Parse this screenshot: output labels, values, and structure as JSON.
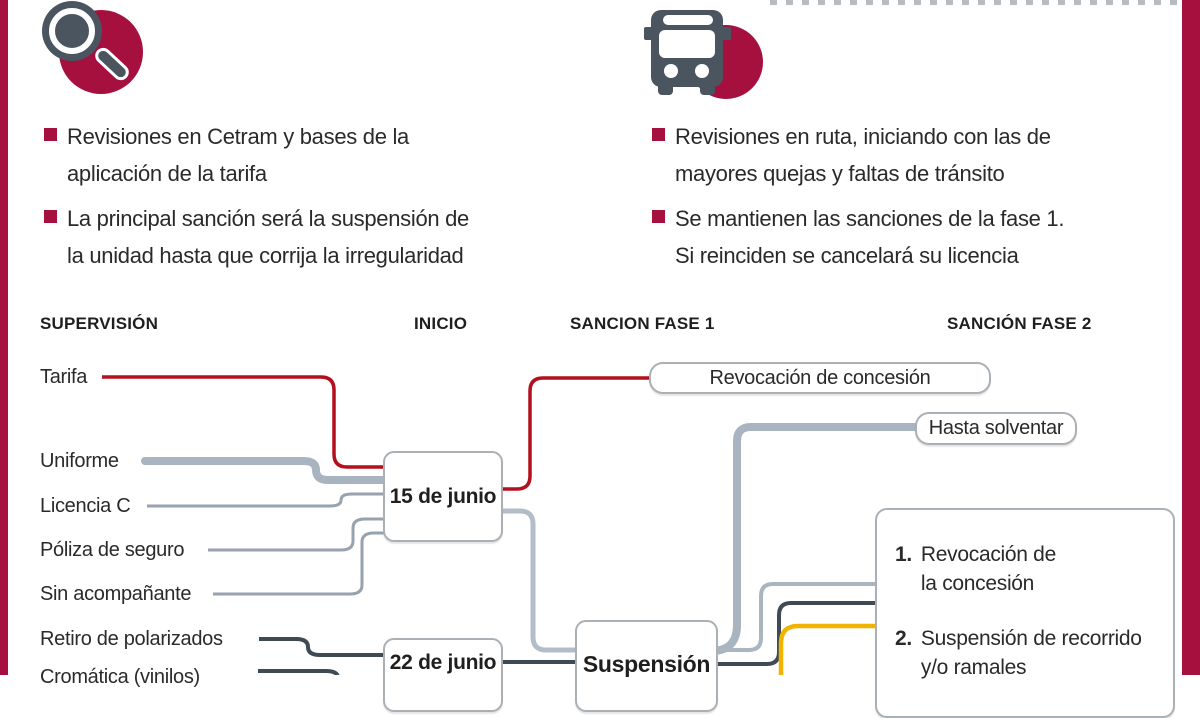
{
  "panels": {
    "left": {
      "icon": "magnifier-icon",
      "bullets": [
        "Revisiones en Cetram y bases de la\naplicación de la tarifa",
        "La principal sanción será la suspensión de\nla unidad hasta que corrija la irregularidad"
      ]
    },
    "right": {
      "icon": "bus-icon",
      "bullets": [
        "Revisiones en ruta, iniciando con las de\nmayores quejas y faltas de tránsito",
        "Se mantienen las sanciones de la fase 1.\nSi reinciden se cancelará su licencia"
      ]
    }
  },
  "columns": {
    "supervision": "SUPERVISIÓN",
    "inicio": "INICIO",
    "fase1": "SANCION FASE 1",
    "fase2": "SANCIÓN FASE 2"
  },
  "supervision_items": [
    {
      "label": "Tarifa",
      "line": "red"
    },
    {
      "label": "Uniforme",
      "line": "light-thick"
    },
    {
      "label": "Licencia C",
      "line": "thin-gray"
    },
    {
      "label": "Póliza de seguro",
      "line": "thin-gray"
    },
    {
      "label": "Sin acompañante",
      "line": "thin-gray"
    },
    {
      "label": "Retiro de polarizados",
      "line": "dark-slate"
    },
    {
      "label": "Cromática (vinilos)",
      "line": "dark-slate",
      "note": "cut off at bottom edge"
    }
  ],
  "nodes": {
    "date1": "15 de junio",
    "date2": "22 de junio",
    "suspension": "Suspensión"
  },
  "sanctions_fase1": {
    "revocacion": "Revocación de concesión",
    "hasta": "Hasta solventar"
  },
  "sanctions_fase2": [
    {
      "num": "1.",
      "text": "Revocación de\nla concesión"
    },
    {
      "num": "2.",
      "text": "Suspensión de recorrido\ny/o ramales"
    }
  ],
  "colors": {
    "crimson": "#a5103f",
    "red": "#b30f1d",
    "dark": "#3e4a54",
    "icon": "#4a5560",
    "lt-thick": "#a8b4c0",
    "lt-med": "#b2bdc8",
    "thin": "#98a2ac",
    "yellow": "#f0b400",
    "border": "#abb0b5",
    "text": "#2a2a2a"
  }
}
